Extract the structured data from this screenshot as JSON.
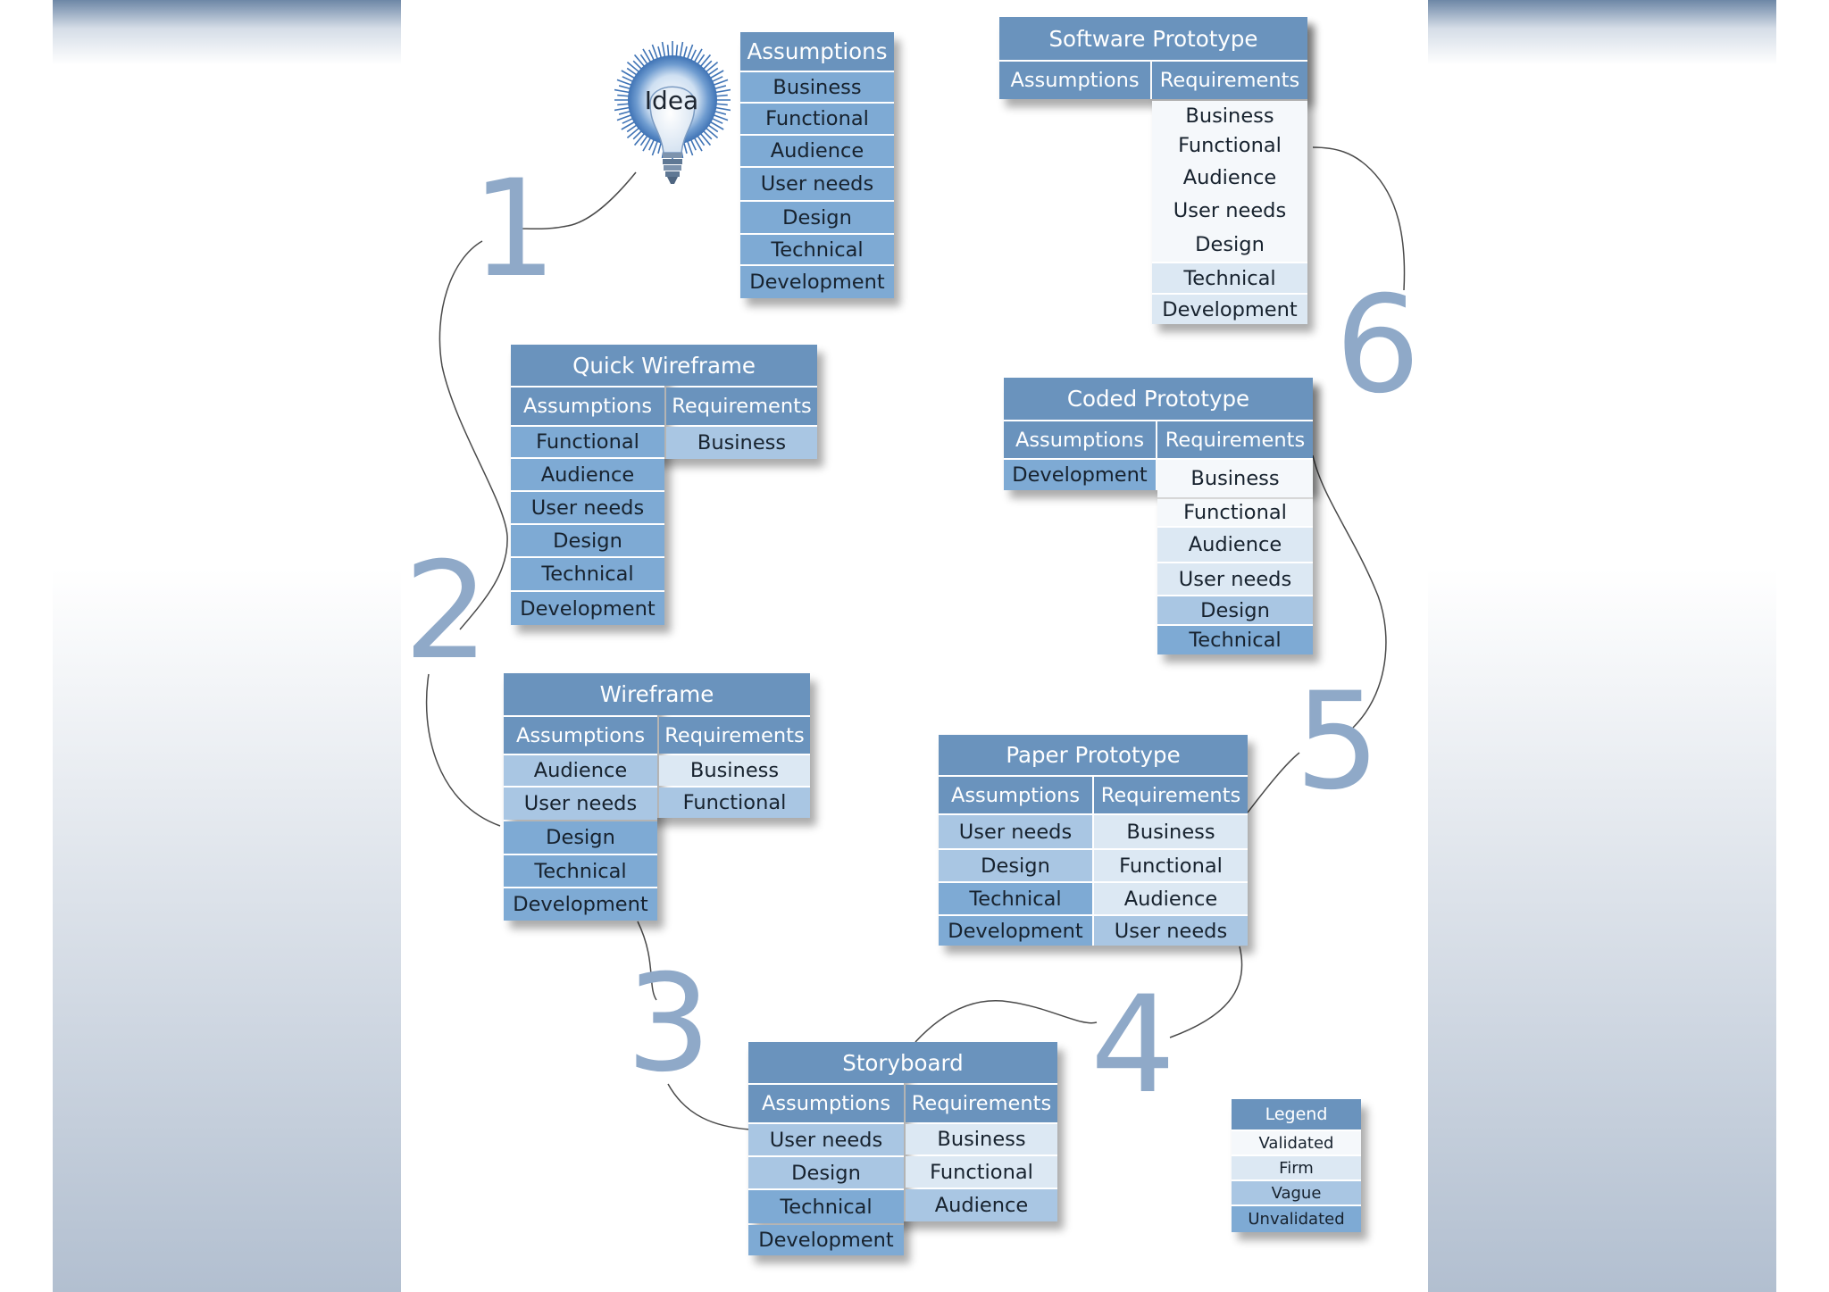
{
  "idea_label": "Idea",
  "step_numbers": [
    "1",
    "2",
    "3",
    "4",
    "5",
    "6"
  ],
  "assumptions_box": {
    "title": "Assumptions",
    "items": [
      "Business",
      "Functional",
      "Audience",
      "User needs",
      "Design",
      "Technical",
      "Development"
    ]
  },
  "stages": [
    {
      "title": "Quick Wireframe",
      "assumptions_label": "Assumptions",
      "requirements_label": "Requirements",
      "assumptions": [
        "Functional",
        "Audience",
        "User needs",
        "Design",
        "Technical",
        "Development"
      ],
      "requirements": [
        "Business"
      ]
    },
    {
      "title": "Wireframe",
      "assumptions_label": "Assumptions",
      "requirements_label": "Requirements",
      "assumptions": [
        "Audience",
        "User needs",
        "Design",
        "Technical",
        "Development"
      ],
      "requirements": [
        "Business",
        "Functional"
      ]
    },
    {
      "title": "Storyboard",
      "assumptions_label": "Assumptions",
      "requirements_label": "Requirements",
      "assumptions": [
        "User needs",
        "Design",
        "Technical",
        "Development"
      ],
      "requirements": [
        "Business",
        "Functional",
        "Audience"
      ]
    },
    {
      "title": "Paper Prototype",
      "assumptions_label": "Assumptions",
      "requirements_label": "Requirements",
      "assumptions": [
        "User needs",
        "Design",
        "Technical",
        "Development"
      ],
      "requirements": [
        "Business",
        "Functional",
        "Audience",
        "User needs"
      ]
    },
    {
      "title": "Coded Prototype",
      "assumptions_label": "Assumptions",
      "requirements_label": "Requirements",
      "assumptions": [
        "Development"
      ],
      "requirements": [
        "Business",
        "Functional",
        "Audience",
        "User needs",
        "Design",
        "Technical"
      ]
    },
    {
      "title": "Software Prototype",
      "assumptions_label": "Assumptions",
      "requirements_label": "Requirements",
      "assumptions": [],
      "requirements": [
        "Business",
        "Functional",
        "Audience",
        "User needs",
        "Design",
        "Technical",
        "Development"
      ]
    }
  ],
  "legend": {
    "title": "Legend",
    "items": [
      {
        "label": "Validated",
        "level": "validated"
      },
      {
        "label": "Firm",
        "level": "firm"
      },
      {
        "label": "Vague",
        "level": "vague"
      },
      {
        "label": "Unvalidated",
        "level": "unvalidated"
      }
    ]
  },
  "colors": {
    "header": "#6a93bd",
    "validated": "#f5f8fb",
    "firm": "#dce8f3",
    "vague": "#a9c6e3",
    "unvalidated": "#7eaad4",
    "step_number": "#8fa9c8"
  }
}
